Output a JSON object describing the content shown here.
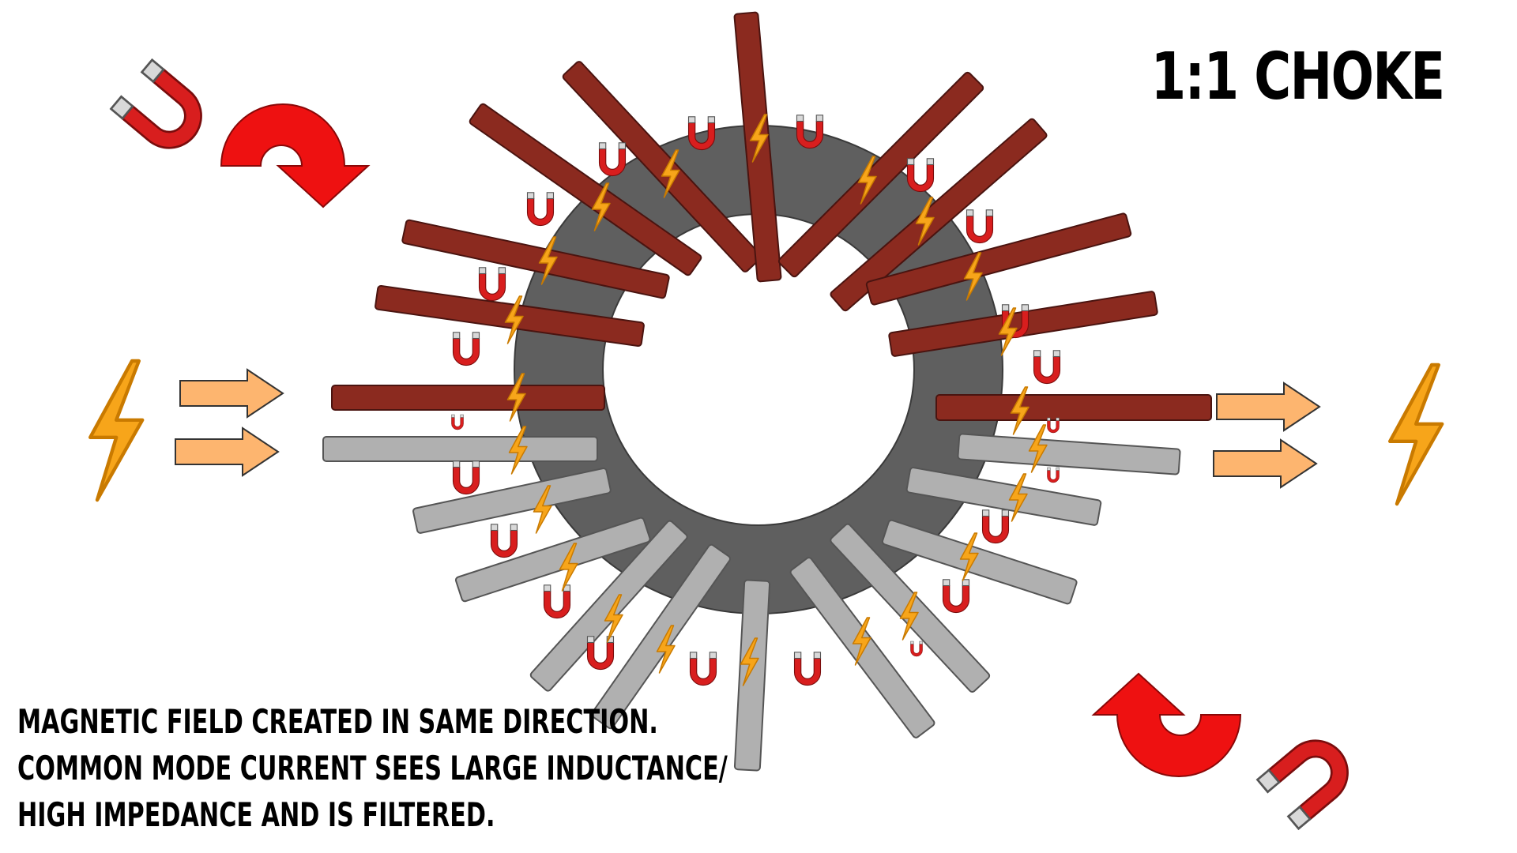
{
  "title": "1:1 CHOKE",
  "caption": {
    "line1": "MAGNETIC FIELD CREATED IN SAME DIRECTION.",
    "line2": "COMMON MODE CURRENT SEES LARGE INDUCTANCE/",
    "line3": "HIGH IMPEDANCE AND IS FILTERED."
  },
  "colors": {
    "core": "#5f5f5f",
    "winding_top": "#8b2a1f",
    "winding_bottom": "#b0b0b0",
    "flow_arrow": "#fdb56f",
    "rotation_arrow": "#ee1111",
    "magnet_red": "#d81e1e",
    "bolt": "#f7a51a"
  },
  "icons": [
    "horseshoe-magnet-icon",
    "lightning-bolt-icon",
    "curved-arrow-icon",
    "right-arrow-icon"
  ]
}
